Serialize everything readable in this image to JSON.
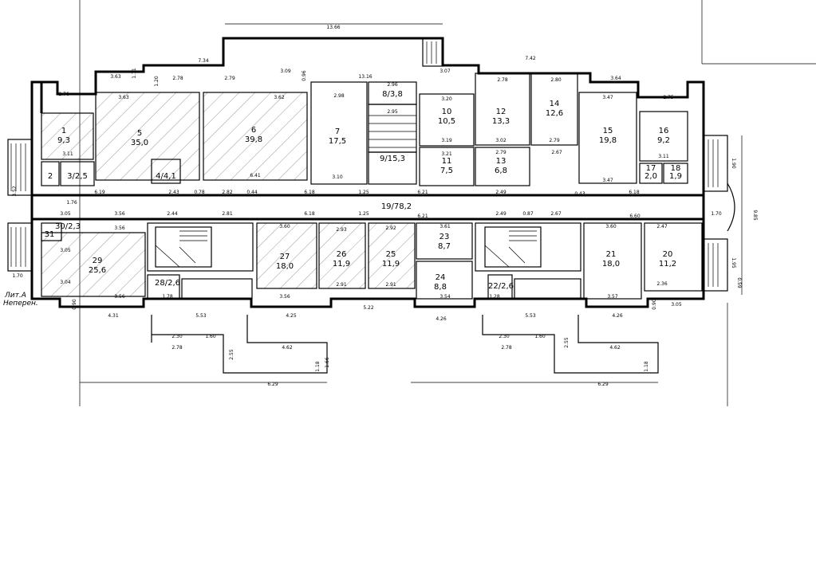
{
  "labels": {
    "lit": "Лит.А",
    "pereh": "Неперен."
  },
  "rooms": [
    {
      "id": "r1",
      "num": "1",
      "area": "9,3"
    },
    {
      "id": "r2",
      "num": "2",
      "area": ""
    },
    {
      "id": "r3",
      "num": "3/2,5",
      "area": ""
    },
    {
      "id": "r4",
      "num": "4/4,1",
      "area": ""
    },
    {
      "id": "r5",
      "num": "5",
      "area": "35,0"
    },
    {
      "id": "r6",
      "num": "6",
      "area": "39,8"
    },
    {
      "id": "r7",
      "num": "7",
      "area": "17,5"
    },
    {
      "id": "r8",
      "num": "8/3,8",
      "area": ""
    },
    {
      "id": "r9",
      "num": "9/15,3",
      "area": ""
    },
    {
      "id": "r10",
      "num": "10",
      "area": "10,5"
    },
    {
      "id": "r11",
      "num": "11",
      "area": "7,5"
    },
    {
      "id": "r12",
      "num": "12",
      "area": "13,3"
    },
    {
      "id": "r13",
      "num": "13",
      "area": "6,8"
    },
    {
      "id": "r14",
      "num": "14",
      "area": "12,6"
    },
    {
      "id": "r15",
      "num": "15",
      "area": "19,8"
    },
    {
      "id": "r16",
      "num": "16",
      "area": "9,2"
    },
    {
      "id": "r17",
      "num": "17",
      "area": "2,0"
    },
    {
      "id": "r18",
      "num": "18",
      "area": "1,9"
    },
    {
      "id": "r19",
      "num": "19/78,2",
      "area": ""
    },
    {
      "id": "r20",
      "num": "20",
      "area": "11,2"
    },
    {
      "id": "r21",
      "num": "21",
      "area": "18,0"
    },
    {
      "id": "r22",
      "num": "22/2,6",
      "area": ""
    },
    {
      "id": "r23",
      "num": "23",
      "area": "8,7"
    },
    {
      "id": "r24",
      "num": "24",
      "area": "8,8"
    },
    {
      "id": "r25",
      "num": "25",
      "area": "11,9"
    },
    {
      "id": "r26",
      "num": "26",
      "area": "11,9"
    },
    {
      "id": "r27",
      "num": "27",
      "area": "18,0"
    },
    {
      "id": "r28",
      "num": "28/2,6",
      "area": ""
    },
    {
      "id": "r29",
      "num": "29",
      "area": "25,6"
    },
    {
      "id": "r30",
      "num": "30/2,3",
      "area": ""
    },
    {
      "id": "r31",
      "num": "31",
      "area": ""
    }
  ],
  "dims": {
    "d1": "13.66",
    "d2": "7.34",
    "d3": "7.42",
    "d4": "3.63",
    "d5": "1.71",
    "d6": "2.78",
    "d7": "1.20",
    "d8": "3.09",
    "d9": "0.96",
    "d10": "3.07",
    "d11": "2.76",
    "d12": "3.63",
    "d13": "2.79",
    "d14": "3.62",
    "d15": "13.16",
    "d16": "2.98",
    "d17": "2.96",
    "d18": "3.20",
    "d19": "2.78",
    "d20": "2.80",
    "d21": "3.64",
    "d22": "3.47",
    "d23": "2.75",
    "d24": "9.85",
    "d25": "1.90",
    "d26": "1.70",
    "d27": "1.95",
    "d28": "0.59",
    "d29": "6.19",
    "d30": "1.76",
    "d31": "2.43",
    "d32": "0.78",
    "d33": "2.82",
    "d34": "0.44",
    "d35": "6.18",
    "d36": "1.25",
    "d37": "6.21",
    "d38": "2.49",
    "d39": "0.87",
    "d40": "2.67",
    "d41": "0.43",
    "d42": "6.18",
    "d43": "3.05",
    "d44": "3.56",
    "d45": "2.44",
    "d46": "2.81",
    "d47": "3.60",
    "d48": "2.93",
    "d49": "2.92",
    "d50": "3.61",
    "d51": "6.60",
    "d52": "2.47",
    "d53": "4.31",
    "d54": "5.53",
    "d55": "4.25",
    "d56": "5.22",
    "d57": "4.26",
    "d58": "5.53",
    "d59": "4.26",
    "d60": "3.05",
    "d61": "2.30",
    "d62": "1.60",
    "d63": "2.78",
    "d64": "4.62",
    "d65": "2.55",
    "d66": "1.66",
    "d67": "1.18",
    "d68": "6.29",
    "d69": "2.30",
    "d70": "1.60",
    "d71": "2.78",
    "d72": "4.62",
    "d73": "2.55",
    "d74": "1.18",
    "d75": "6.29",
    "d76": "3.04",
    "d77": "3.56",
    "d78": "1.78",
    "d79": "3.56",
    "d80": "2.91",
    "d81": "2.91",
    "d82": "3.54",
    "d83": "1.28",
    "d84": "3.57",
    "d85": "2.36",
    "d86": "0.90",
    "d87": "0.90",
    "d88": "3.52",
    "d89": "1.70",
    "d90": "3.10",
    "d91": "3.11",
    "d92": "3.47",
    "d93": "2.67",
    "d94": "3.02",
    "d95": "2.79",
    "d96": "3.21",
    "d97": "3.19",
    "d98": "2.95",
    "d99": "3.11",
    "d100": "6.41"
  }
}
